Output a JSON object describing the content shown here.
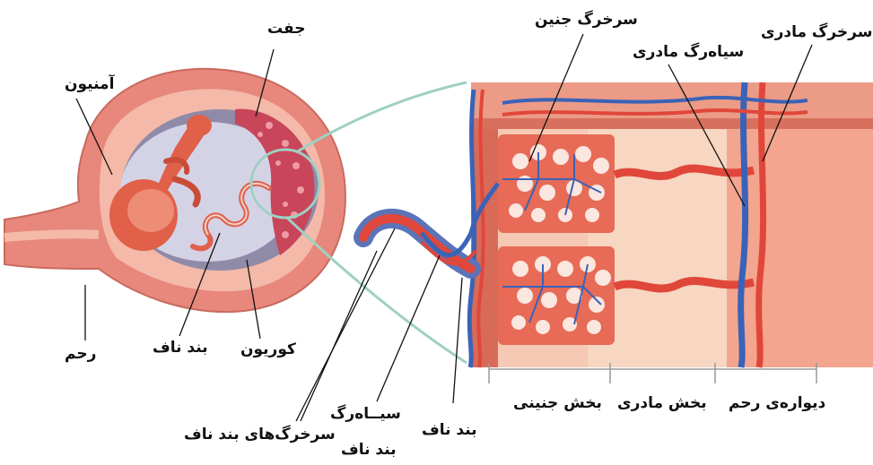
{
  "labels": {
    "placenta": "جفت",
    "amnion": "آمنیون",
    "uterus": "رحم",
    "umbilical_cord_left": "بند ناف",
    "chorion": "کوریون",
    "fetal_artery": "سرخرگ جنین",
    "maternal_vein": "سیاه‌رگ مادری",
    "maternal_artery": "سرخرگ مادری",
    "umbilical_arteries": "سرخرگ‌های بند ناف",
    "umbilical_vein_line1": "سیــاه‌رگ",
    "umbilical_vein_line2": "بند ناف",
    "umbilical_cord_right": "بند ناف",
    "fetal_part": "بخش جنینی",
    "maternal_part": "بخش مادری",
    "uterine_wall": "دیواره‌ی رحم"
  },
  "colors": {
    "uterus_muscle": "#e8877c",
    "uterus_light": "#f4b9a8",
    "amniotic_fluid": "#c9c8dc",
    "embryo": "#e0604a",
    "placenta": "#c8455a",
    "blood_artery": "#e0473a",
    "blood_vein": "#3a63b8",
    "fetal_zone": "#f6c9b4",
    "maternal_zone": "#f7d6c2",
    "uterine_wall_zone": "#f3a58f",
    "magnifier_line": "#9fd0c4"
  }
}
